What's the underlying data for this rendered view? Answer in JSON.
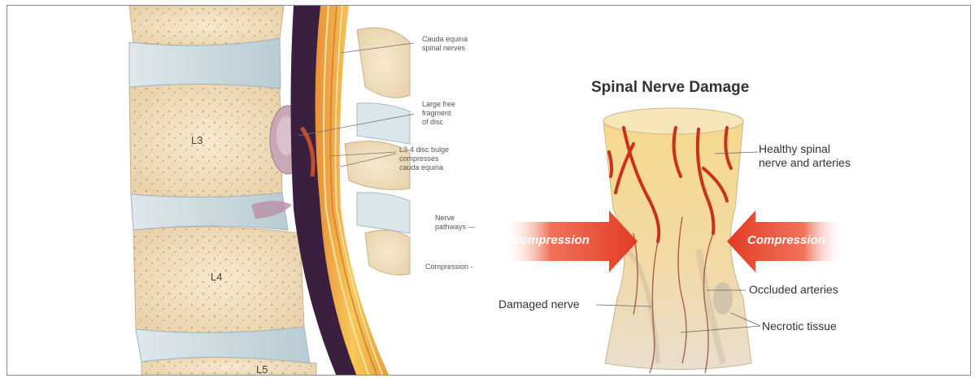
{
  "left_panel": {
    "vertebra_labels": [
      "L3",
      "L4",
      "L5"
    ],
    "callouts": {
      "cauda_equina": [
        "Cauda equina",
        "spinal nerves"
      ],
      "free_fragment": [
        "Large free",
        "fragment",
        "of disc"
      ],
      "disc_bulge": [
        "L3-4 disc bulge",
        "compresses",
        "cauda equina"
      ],
      "nerve_pathways": [
        "Nerve",
        "pathways"
      ],
      "compression": "Compression"
    }
  },
  "right_panel": {
    "title": "Spinal Nerve Damage",
    "arrow_left": "Compression",
    "arrow_right": "Compression",
    "callouts": {
      "healthy": [
        "Healthy spinal",
        "nerve and arteries"
      ],
      "occluded": "Occluded arteries",
      "damaged": "Damaged nerve",
      "necrotic": "Necrotic tissue"
    }
  },
  "colors": {
    "bone": "#f3e4c6",
    "disc": "#cfdde2",
    "nerve_yellow": "#f5c862",
    "artery_red": "#c9321a",
    "arrow_red": "#e8452c"
  }
}
